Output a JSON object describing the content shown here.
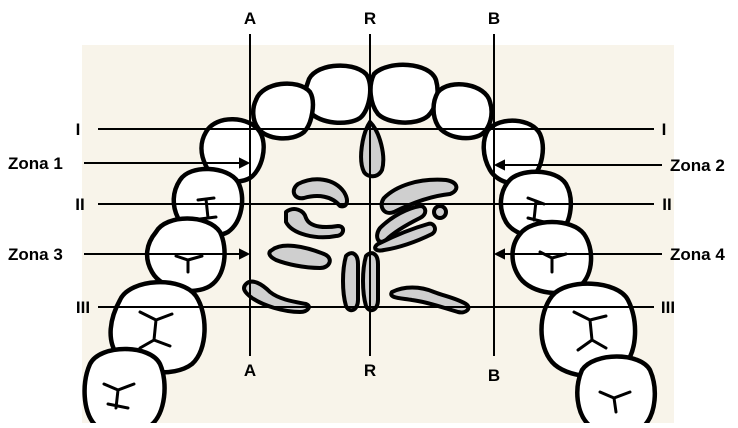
{
  "colors": {
    "background": "#ffffff",
    "paper": "#f8f4ea",
    "line": "#000000",
    "tooth_fill": "#ffffff",
    "ruga_fill": "#cfcfcf"
  },
  "vertical_lines": {
    "top": [
      "A",
      "R",
      "B"
    ],
    "bottom": [
      "A",
      "R",
      "B"
    ]
  },
  "horizontal_lines": {
    "left": [
      "I",
      "II",
      "III"
    ],
    "right": [
      "I",
      "II",
      "III"
    ]
  },
  "zones": {
    "zona_1": "Zona 1",
    "zona_2": "Zona 2",
    "zona_3": "Zona 3",
    "zona_4": "Zona 4"
  }
}
